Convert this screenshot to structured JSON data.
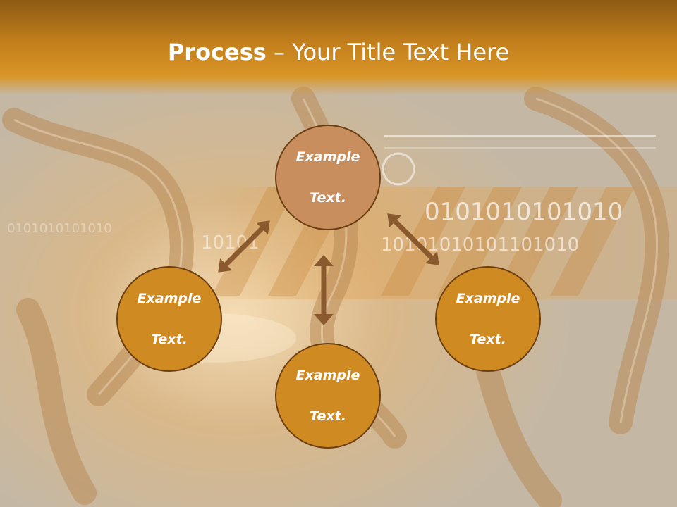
{
  "slide": {
    "title_bold": "Process",
    "title_rest": " – Your Title Text Here"
  },
  "nodes": {
    "top": [
      "Example",
      "Text."
    ],
    "left": [
      "Example",
      "Text."
    ],
    "right": [
      "Example",
      "Text."
    ],
    "bottom": [
      "Example",
      "Text."
    ]
  },
  "background": {
    "binary_1": "0101010101010",
    "binary_2": "10101010101101010",
    "binary_3": "10101",
    "binary_4": "0101010101010"
  },
  "colors": {
    "header": "#c37f1c",
    "circle_fill": "#d08a22",
    "circle_fill_top": "#c98e5d",
    "circle_border": "#6b3f12",
    "arrow": "#8a5a2e"
  }
}
